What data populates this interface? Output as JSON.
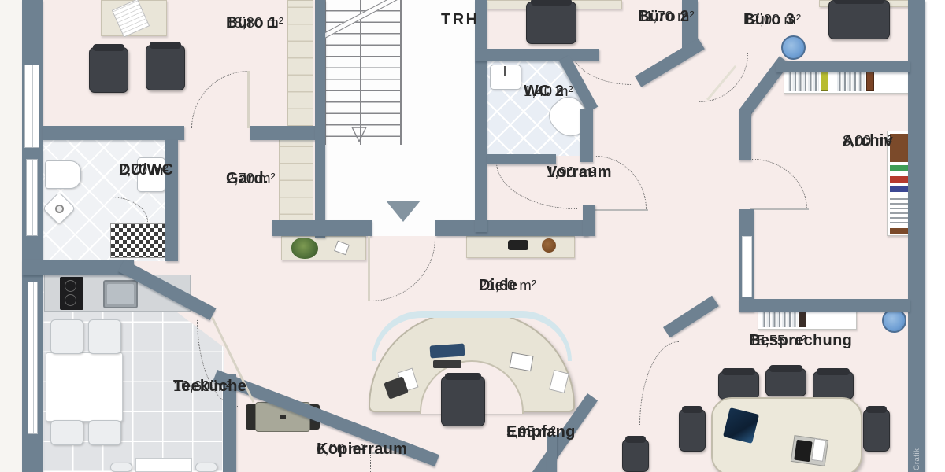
{
  "watermark": "Grafik",
  "glyphs": {
    "stairs_arrow": "▽"
  },
  "colors": {
    "wall": "#6E8191",
    "office_floor": "#F7ECEA",
    "kitchen_floor": "#E1E3E6",
    "bath_tile": "#F0F2F5",
    "wc_tile": "#E9EEF5",
    "furniture_cream": "#E9E5D8",
    "chair_dark": "#3F4248",
    "plant_blue": "#6F9FD4",
    "plant_green": "#4A6B35",
    "glass_blue": "#D3E6EC",
    "label_text": "#262626"
  },
  "rooms": [
    {
      "id": "buero1",
      "name": "Büro 1",
      "area": "18,80 m²"
    },
    {
      "id": "trh",
      "name": "TRH",
      "area": ""
    },
    {
      "id": "buero2",
      "name": "Büro 2",
      "area": "11,70 m²"
    },
    {
      "id": "buero3",
      "name": "Büro 3",
      "area": "12,00 m²"
    },
    {
      "id": "wc2",
      "name": "WC 2",
      "area": "1,40 m²"
    },
    {
      "id": "duwc",
      "name": "DU/WC",
      "area": "2,70 m²"
    },
    {
      "id": "gard",
      "name": "Gard.",
      "area": "2,70 m²"
    },
    {
      "id": "vorraum",
      "name": "Vorraum",
      "area": "1,90 m²"
    },
    {
      "id": "archiv",
      "name": "Archiv",
      "area": "8,00 m²"
    },
    {
      "id": "diele",
      "name": "Diele",
      "area": "21,60 m²"
    },
    {
      "id": "teekueche",
      "name": "Teeküche",
      "area": "10,60 m²"
    },
    {
      "id": "kopierraum",
      "name": "Kopierraum",
      "area": "6,00 m²"
    },
    {
      "id": "empfang",
      "name": "Empfang",
      "area": "5,95 m²"
    },
    {
      "id": "besprechung",
      "name": "Besprechung",
      "area": "15,55 m²"
    }
  ]
}
